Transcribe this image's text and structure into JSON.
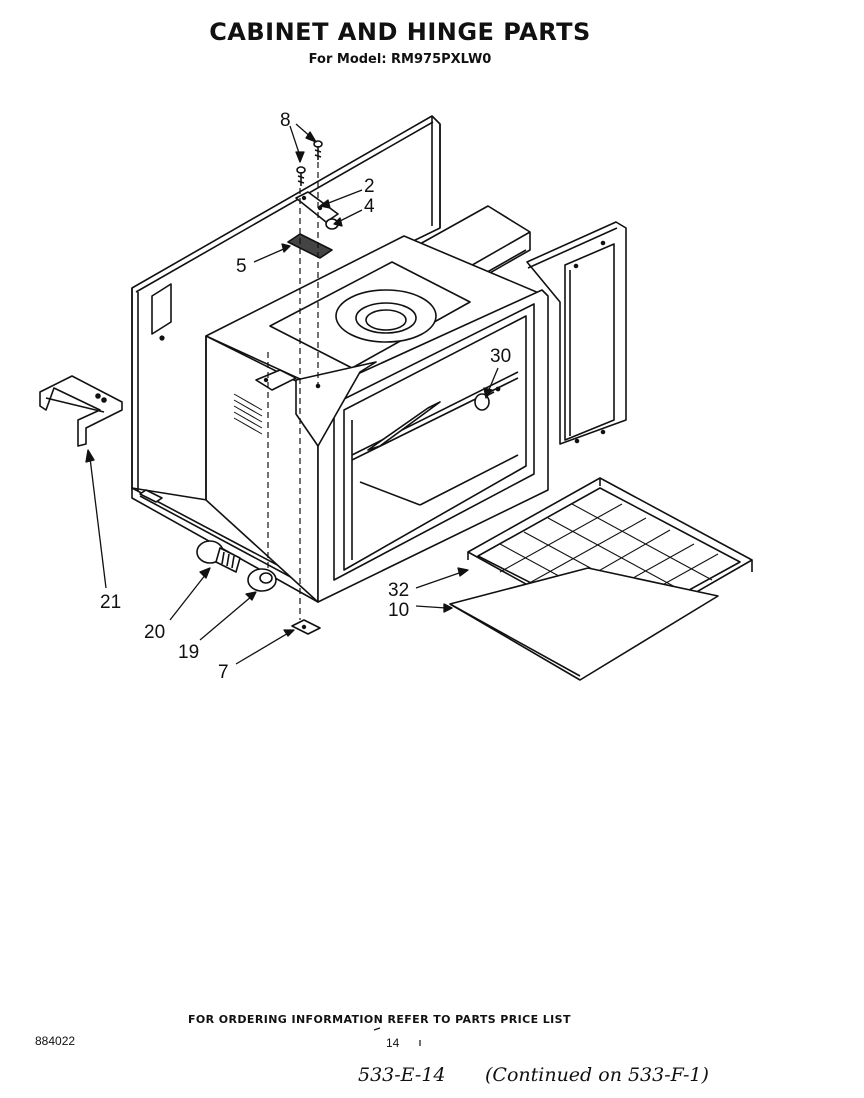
{
  "title": "CABINET AND HINGE PARTS",
  "subtitle": "For Model: RM975PXLW0",
  "callouts": {
    "c8": "8",
    "c2": "2",
    "c4": "4",
    "c5": "5",
    "c30": "30",
    "c21": "21",
    "c32": "32",
    "c10": "10",
    "c20": "20",
    "c19": "19",
    "c7": "7"
  },
  "footer": {
    "ordering_note": "FOR ORDERING INFORMATION REFER TO PARTS PRICE LIST",
    "doc_number": "884022",
    "page_number": "14",
    "handwritten_ref": "533-E-14",
    "handwritten_continued": "(Continued on 533-F-1)"
  }
}
